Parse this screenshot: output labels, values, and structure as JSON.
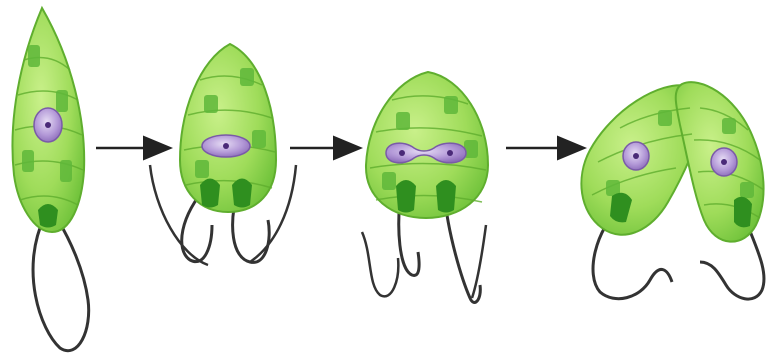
{
  "diagram": {
    "stages": [
      {
        "id": "stage-1",
        "form": "single-cell-elongated"
      },
      {
        "id": "stage-2",
        "form": "nucleus-dividing-two-flagella"
      },
      {
        "id": "stage-3",
        "form": "nucleus-pinching-apart"
      },
      {
        "id": "stage-4",
        "form": "two-daughter-cells"
      }
    ],
    "arrows": 3,
    "colors": {
      "cell_fill": "#9fdc5a",
      "cell_edge": "#5fae2e",
      "chloroplast": "#5fb83a",
      "reservoir": "#2f8f1f",
      "nucleus": "#b49ad8",
      "nucleus_edge": "#7a5aa8",
      "flagellum": "#333333",
      "arrow": "#222222"
    }
  }
}
